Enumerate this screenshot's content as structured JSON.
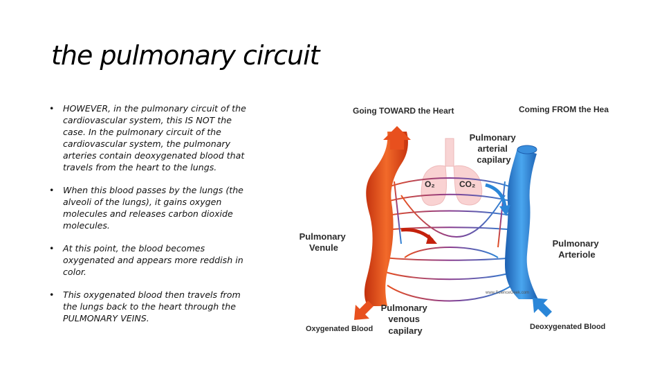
{
  "slide": {
    "title": "the pulmonary circuit",
    "bullets": [
      "HOWEVER, in the pulmonary circuit of the cardiovascular system, this IS NOT the case. In the pulmonary circuit of the cardiovascular system, the pulmonary arteries contain deoxygenated blood that travels from the heart to the lungs.",
      "When this blood passes by the lungs (the alveoli of the lungs), it gains oxygen molecules and releases carbon dioxide molecules.",
      "At this point, the blood becomes oxygenated and appears more reddish in color.",
      "This oxygenated blood then travels from the lungs back to the heart through the PULMONARY VEINS."
    ]
  },
  "diagram": {
    "going_toward_heart": "Going TOWARD the Heart",
    "coming_from_heart": "Coming FROM the Heart",
    "arterial_capillary": [
      "Pulmonary",
      "arterial",
      "capilary"
    ],
    "o2": "O₂",
    "co2": "CO₂",
    "pulmonary_venule": [
      "Pulmonary",
      "Venule"
    ],
    "pulmonary_arteriole": [
      "Pulmonary",
      "Arteriole"
    ],
    "venous_capillary": [
      "Pulmonary",
      "venous",
      "capilary"
    ],
    "oxygenated_blood": "Oxygenated Blood",
    "deoxygenated_blood": "Deoxygenated Blood",
    "watermark": "www.ScienceGeek.com",
    "colors": {
      "oxygenated": "#e8501e",
      "deoxygenated": "#2a86d8",
      "lung": "#f4b8b8"
    }
  }
}
